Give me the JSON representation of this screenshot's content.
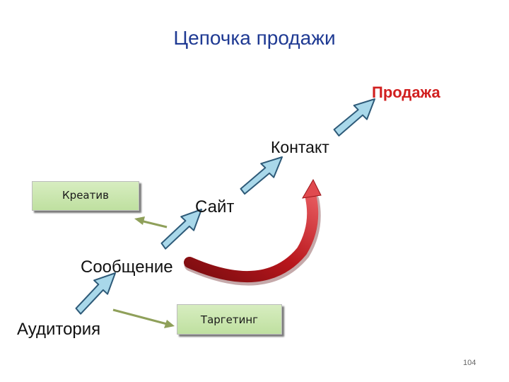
{
  "title": "Цепочка продажи",
  "nodes": {
    "sale": "Продажа",
    "contact": "Контакт",
    "site": "Сайт",
    "message": "Сообщение",
    "audience": "Аудитория"
  },
  "boxes": {
    "creative": "Креатив",
    "targeting": "Таргетинг"
  },
  "page_number": "104",
  "colors": {
    "title": "#1f3a93",
    "sale": "#d11f1f",
    "arrow_fill": "#a9d8ea",
    "arrow_stroke": "#2e5a78",
    "thin_arrow": "#8fa05a",
    "curved_arrow": "#a8171c",
    "box_fill": "#c9e6ad"
  }
}
